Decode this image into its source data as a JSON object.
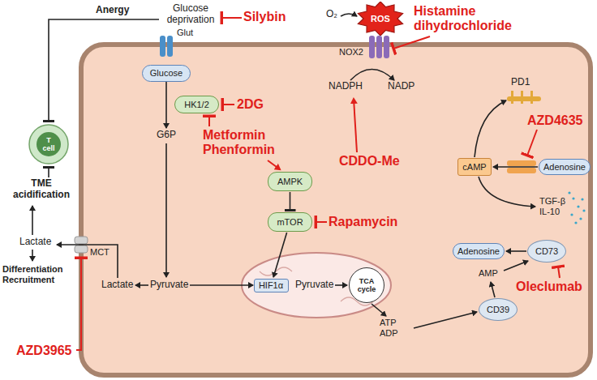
{
  "diagram": {
    "nodes": [
      {
        "text": [
          "T cell"
        ]
      },
      {
        "text": [
          "Glucose"
        ]
      },
      {
        "text": [
          "HK1/2"
        ]
      },
      {
        "text": [
          "AMPK"
        ]
      },
      {
        "text": [
          "mTOR"
        ]
      },
      {
        "text": [
          "HIF1α"
        ]
      },
      {
        "text": [
          "TCA cycle"
        ]
      },
      {
        "text": [
          "ROS"
        ]
      },
      {
        "text": [
          "cAMP"
        ]
      },
      {
        "text": [
          "Adenosine"
        ]
      },
      {
        "text": [
          "Adenosine"
        ]
      },
      {
        "text": [
          "CD73"
        ]
      },
      {
        "text": [
          "CD39"
        ]
      }
    ],
    "edges": [
      {
        "from": 3,
        "to": 4,
        "arrow": "to"
      },
      {
        "from": 4,
        "to": 5,
        "arrow": "to"
      },
      {
        "from": 9,
        "to": 8,
        "arrow": "to"
      },
      {
        "from": 11,
        "to": 10,
        "arrow": "to"
      }
    ],
    "labels": [
      "Anergy",
      "Glucose deprivation",
      "Silybin",
      "Glut",
      "2DG",
      "G6P",
      "Metformin Phenformin",
      "Rapamycin",
      "Pyruvate",
      "Pyruvate",
      "Lactate",
      "Lactate",
      "MCT",
      "TME acidification",
      "Differentiation Recruitment",
      "AZD3965",
      "O₂",
      "NOX2",
      "Histamine dihydrochloride",
      "NADPH",
      "NADP",
      "CDDO-Me",
      "PD1",
      "AZD4635",
      "TGF-β IL-10",
      "AMP",
      "ATP ADP",
      "Oleclumab"
    ]
  }
}
